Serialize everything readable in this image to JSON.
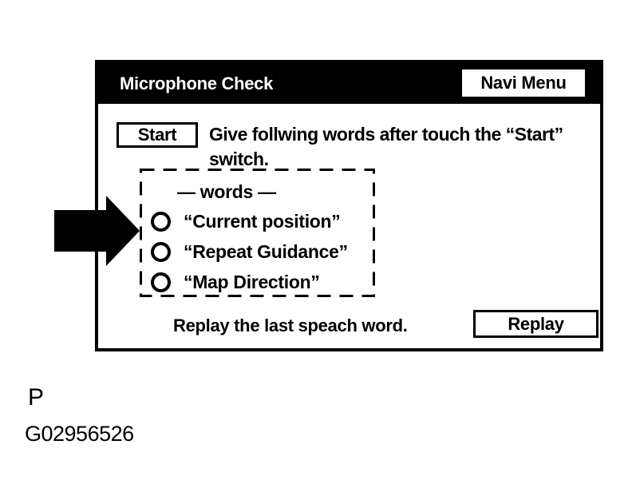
{
  "colors": {
    "ink": "#000000",
    "paper": "#ffffff",
    "titlebar_bg": "#000000",
    "titlebar_text": "#ffffff"
  },
  "screen": {
    "title": "Microphone Check",
    "navi_menu_label": "Navi Menu",
    "start_label": "Start",
    "instruction_line1": "Give follwing words after touch the “Start”",
    "instruction_line2": "switch.",
    "words_header": "— words —",
    "words": [
      "“Current position”",
      "“Repeat Guidance”",
      "“Map Direction”"
    ],
    "replay_caption": "Replay the last speach word.",
    "replay_label": "Replay"
  },
  "icons": {
    "callout_arrow": "right-arrow",
    "word_bullet": "open-circle"
  },
  "figure": {
    "page_marker": "P",
    "figure_id": "G02956526"
  }
}
